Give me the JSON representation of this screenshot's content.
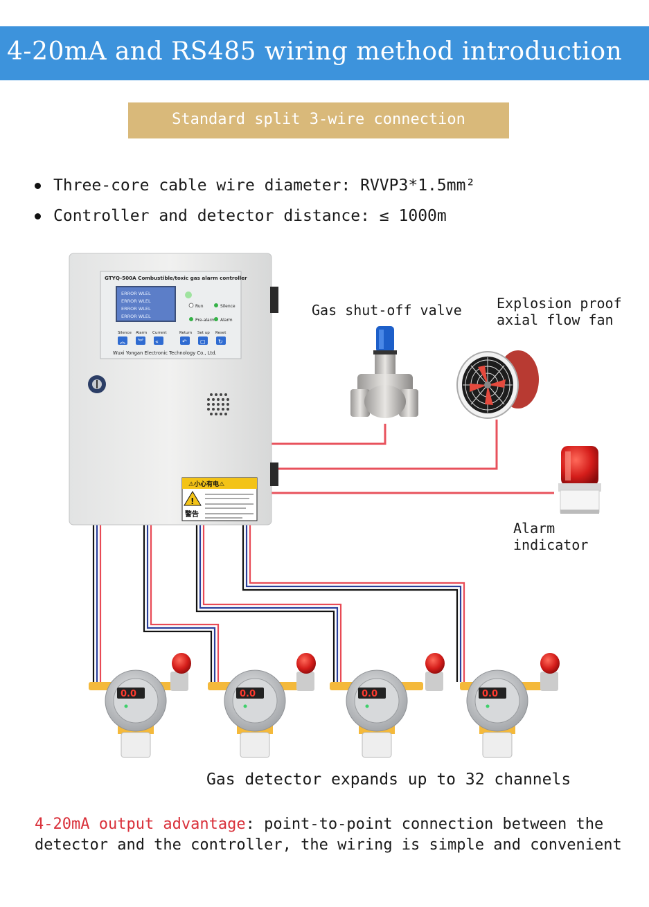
{
  "header": {
    "title": "4-20mA and RS485 wiring method introduction",
    "subtitle": "Standard split 3-wire connection"
  },
  "specs": [
    "Three-core cable wire diameter: RVVP3*1.5mm²",
    "Controller and detector distance: ≤ 1000m"
  ],
  "controller": {
    "model_title": "GTYQ-500A Combustible/toxic gas alarm controller",
    "manufacturer": "Wuxi Yongan Electronic Technology Co., Ltd.",
    "lcd_rows": [
      "ERROR  WLEL",
      "ERROR  WLEL",
      "ERROR  WLEL",
      "ERROR  WLEL"
    ],
    "indicators": [
      "Run",
      "Silence",
      "Pre-alarm",
      "Alarm"
    ],
    "buttons": [
      "Silence",
      "Alarm",
      "Current",
      "Return",
      "Set up",
      "Reset"
    ],
    "warning_title": "⚠小心有电⚠",
    "warning_side": "警告"
  },
  "devices": {
    "valve_label": "Gas shut-off valve",
    "fan_label": "Explosion proof\naxial flow fan",
    "alarm_label": "Alarm\nindicator",
    "detector_readout": "0.0",
    "detector_caption": "Gas detector expands up to 32 channels"
  },
  "footer": {
    "highlight": "4-20mA output advantage",
    "text": ": point-to-point connection between the detector and the controller, the wiring is simple and convenient"
  },
  "colors": {
    "banner": "#3d93dc",
    "subtitle_bg": "#d9b97a",
    "wire_red": "#e84a55",
    "wire_blue": "#2a3f9a",
    "wire_black": "#111111",
    "highlight": "#d9303a"
  }
}
